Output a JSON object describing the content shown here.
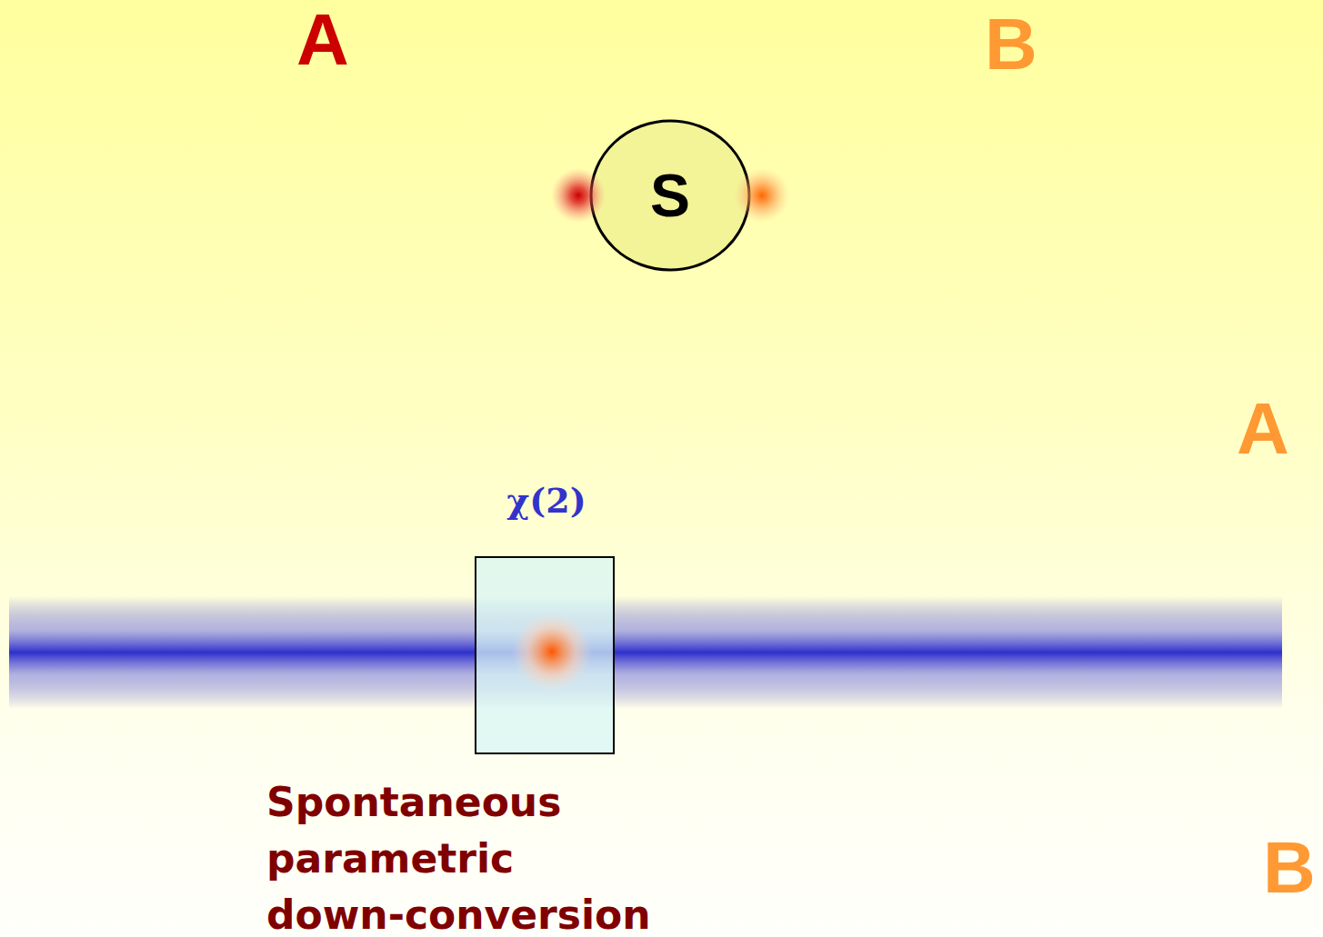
{
  "diagram": {
    "nodes": [
      {
        "text": [
          "S"
        ]
      },
      {
        "text": [
          "χ(2)"
        ]
      }
    ],
    "labels": [
      "A",
      "B",
      "A",
      "B",
      "Spontaneous parametric down-conversion"
    ]
  }
}
